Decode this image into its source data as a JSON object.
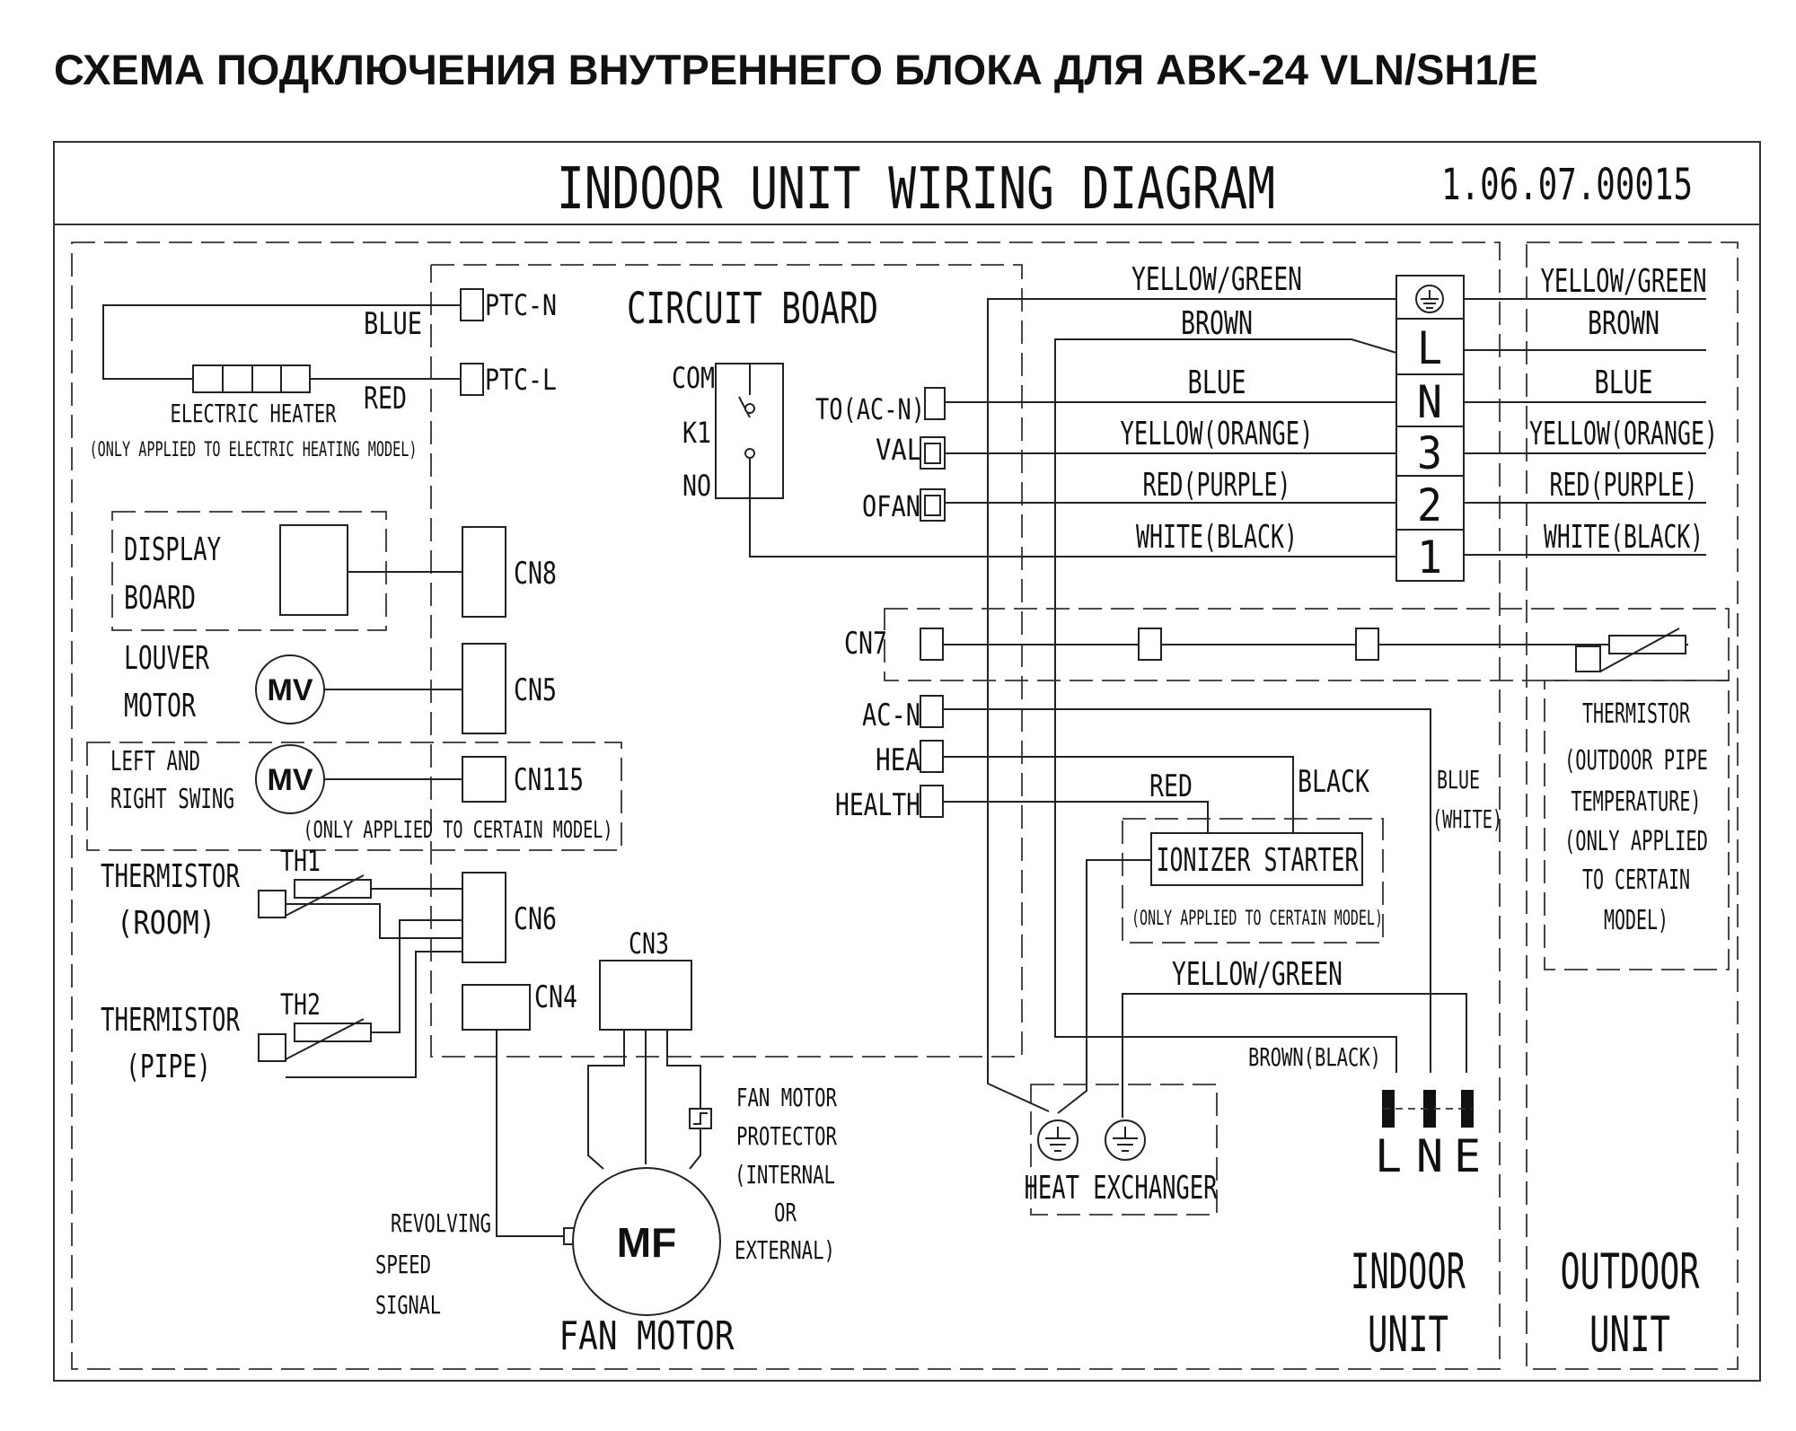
{
  "page_title": "СХЕМА ПОДКЛЮЧЕНИЯ ВНУТРЕННЕГО БЛОКА  ДЛЯ ABK-24 VLN/SH1/E",
  "diagram": {
    "title": "INDOOR UNIT WIRING DIAGRAM",
    "code": "1.06.07.00015",
    "circuit_board": "CIRCUIT BOARD",
    "ptc_n": "PTC-N",
    "ptc_l": "PTC-L",
    "blue": "BLUE",
    "red": "RED",
    "electric_heater": "ELECTRIC HEATER",
    "heater_note": "(ONLY APPLIED TO ELECTRIC HEATING MODEL)",
    "display_board_1": "DISPLAY",
    "display_board_2": "BOARD",
    "cn8": "CN8",
    "louver_1": "LOUVER",
    "louver_2": "MOTOR",
    "mv": "MV",
    "cn5": "CN5",
    "swing_1": "LEFT AND",
    "swing_2": "RIGHT SWING",
    "cn115": "CN115",
    "swing_note": "(ONLY APPLIED TO CERTAIN MODEL)",
    "thermistor": "THERMISTOR",
    "room": "(ROOM)",
    "th1": "TH1",
    "pipe": "(PIPE)",
    "th2": "TH2",
    "cn6": "CN6",
    "cn3": "CN3",
    "cn4": "CN4",
    "com": "COM",
    "k1": "K1",
    "no": "NO",
    "to_acn": "TO(AC-N)",
    "val": "VAL",
    "ofan": "OFAN",
    "cn7": "CN7",
    "ac_n": "AC-N",
    "hea": "HEA",
    "health": "HEALTH",
    "fan_motor_protector": [
      "FAN MOTOR",
      "PROTECTOR",
      "(INTERNAL",
      "OR",
      "EXTERNAL)"
    ],
    "revolving": [
      "REVOLVING",
      "SPEED",
      "SIGNAL"
    ],
    "mf": "MF",
    "fan_motor": "FAN MOTOR",
    "wires_left": [
      "YELLOW/GREEN",
      "BROWN",
      "BLUE",
      "YELLOW(ORANGE)",
      "RED(PURPLE)",
      "WHITE(BLACK)"
    ],
    "wires_right": [
      "YELLOW/GREEN",
      "BROWN",
      "BLUE",
      "YELLOW(ORANGE)",
      "RED(PURPLE)",
      "WHITE(BLACK)"
    ],
    "terminal_labels": [
      "L",
      "N",
      "3",
      "2",
      "1"
    ],
    "ionizer_red": "RED",
    "ionizer_black": "BLACK",
    "ionizer": "IONIZER STARTER",
    "ionizer_note": "(ONLY APPLIED TO CERTAIN MODEL)",
    "blue_white_1": "BLUE",
    "blue_white_2": "(WHITE)",
    "yellow_green": "YELLOW/GREEN",
    "brown_black": "BROWN(BLACK)",
    "lne": [
      "L",
      "N",
      "E"
    ],
    "heat_exchanger": "HEAT EXCHANGER",
    "outdoor_thermistor": [
      "THERMISTOR",
      "(OUTDOOR PIPE",
      "TEMPERATURE)",
      "(ONLY APPLIED",
      "TO CERTAIN",
      "MODEL)"
    ],
    "indoor_unit_1": "INDOOR",
    "indoor_unit_2": "UNIT",
    "outdoor_unit_1": "OUTDOOR",
    "outdoor_unit_2": "UNIT"
  }
}
